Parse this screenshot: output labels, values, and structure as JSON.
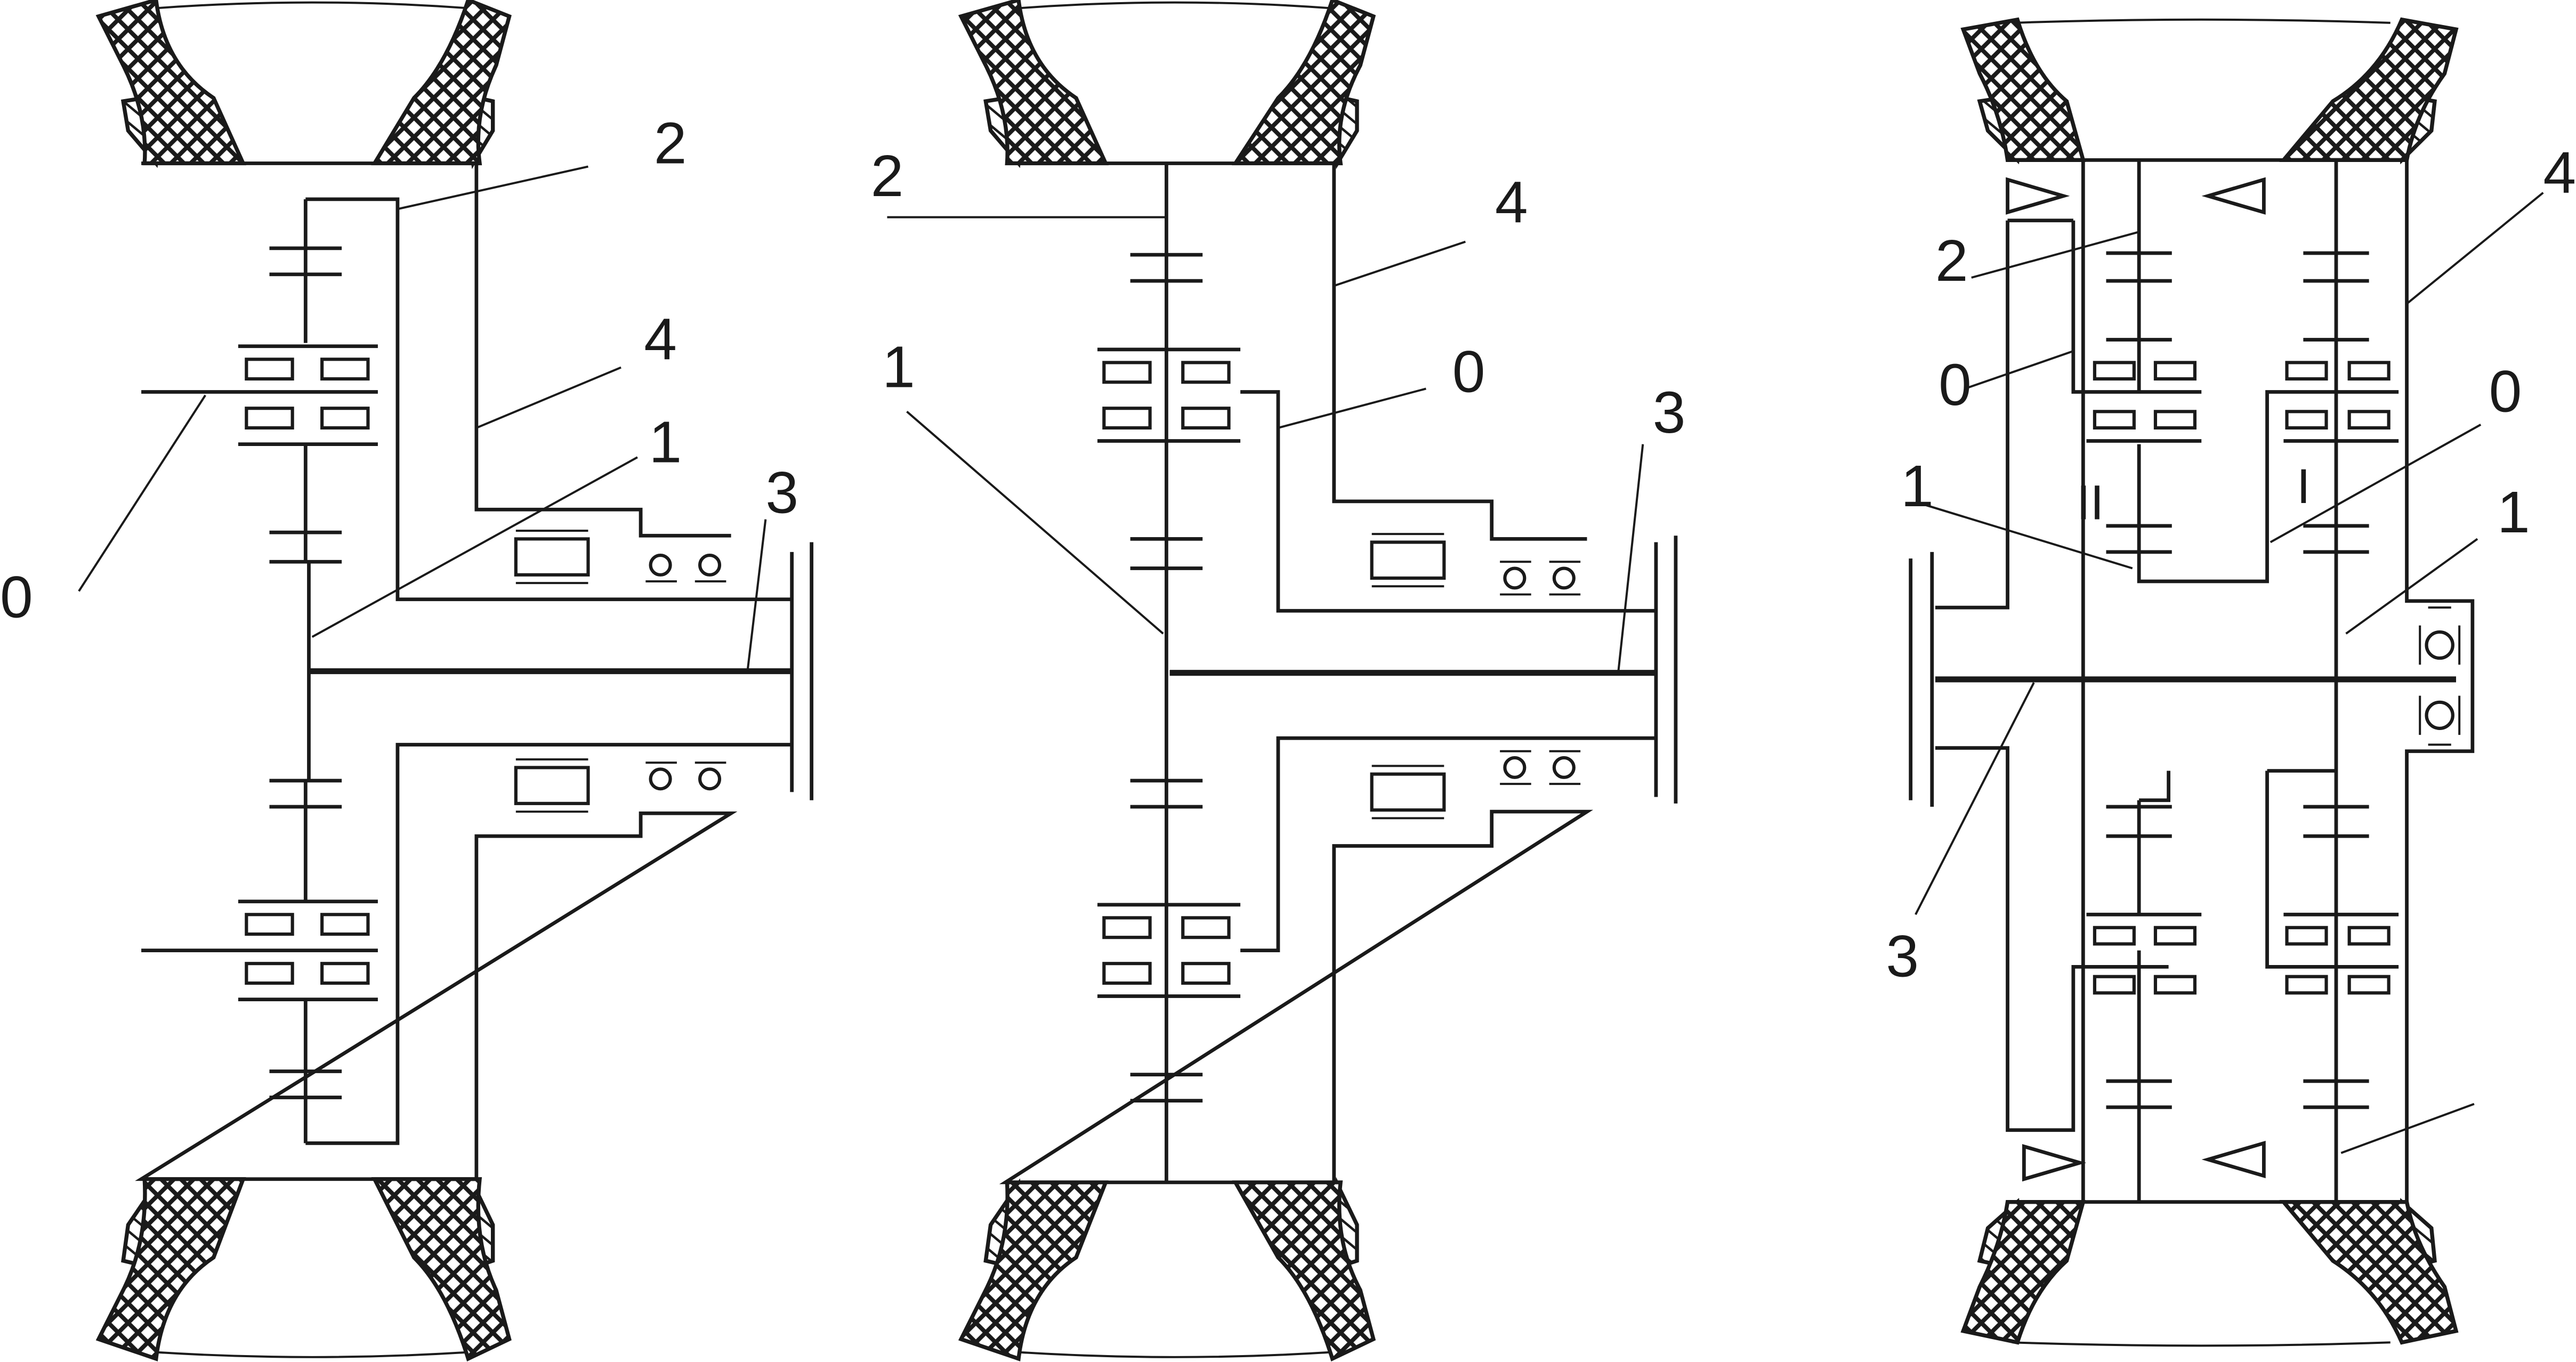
{
  "colors": {
    "line": "#1a1a1a",
    "background": "#ffffff"
  },
  "diagrams": [
    {
      "id": "left",
      "labels": [
        {
          "key": "carrier",
          "text": "0"
        },
        {
          "key": "sun",
          "text": "1"
        },
        {
          "key": "ring",
          "text": "2"
        },
        {
          "key": "shaft",
          "text": "3"
        },
        {
          "key": "housing",
          "text": "4"
        }
      ]
    },
    {
      "id": "middle",
      "labels": [
        {
          "key": "carrier",
          "text": "0"
        },
        {
          "key": "sun",
          "text": "1"
        },
        {
          "key": "ring",
          "text": "2"
        },
        {
          "key": "shaft",
          "text": "3"
        },
        {
          "key": "housing",
          "text": "4"
        }
      ]
    },
    {
      "id": "right",
      "labels": [
        {
          "key": "carrier-2",
          "text": "0"
        },
        {
          "key": "carrier-1",
          "text": "0"
        },
        {
          "key": "sun-2",
          "text": "1"
        },
        {
          "key": "sun-1",
          "text": "1"
        },
        {
          "key": "ring",
          "text": "2"
        },
        {
          "key": "shaft",
          "text": "3"
        },
        {
          "key": "housing",
          "text": "4"
        }
      ],
      "stage_marks": [
        {
          "text": "II"
        },
        {
          "text": "I"
        }
      ]
    }
  ]
}
